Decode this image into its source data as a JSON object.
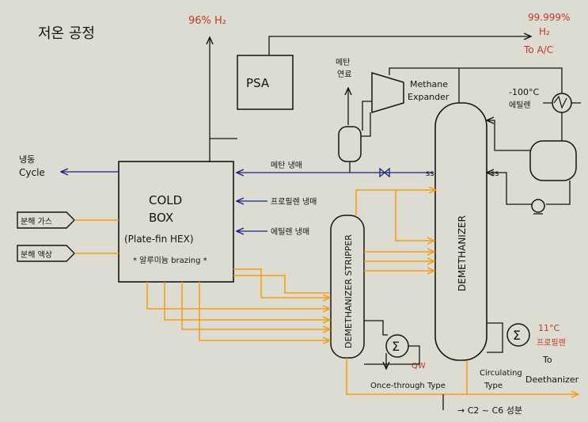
{
  "title": "저온 공정",
  "product_h2_96": "96% H₂",
  "product_h2_99": "99.999%",
  "product_h2_99_sub": "H₂",
  "product_h2_99_dest": "To A/C",
  "psa_label": "PSA",
  "methane_fuel": [
    "메탄",
    "연료"
  ],
  "methane_expander": [
    "Methane",
    "Expander"
  ],
  "ethylene_refrig_temp": "-100°C",
  "ethylene_refrig_label": "에틸렌",
  "refrig_cycle": [
    "냉동",
    "Cycle"
  ],
  "cold_box": {
    "line1": "COLD",
    "line2": "BOX",
    "line3": "(Plate-fin HEX)",
    "line4": "* 알루미늄 brazing *"
  },
  "feed_gas": "분해 가스",
  "feed_liquid": "분해 액상",
  "methane_refrig": "메탄 냉매",
  "propylene_refrig": "프로필렌 냉매",
  "ethylene_refrig": "에틸렌 냉매",
  "demethanizer": "DEMETHANIZER",
  "demethanizer_stripper": "DEMETHANIZER STRIPPER",
  "qw_label": "QW",
  "once_through": "Once-through Type",
  "circulating": [
    "Circulating",
    "Type"
  ],
  "propylene_11": "11°C",
  "propylene_11_label": "프로필렌",
  "to_deethanizer": [
    "To",
    "Deethanizer"
  ],
  "c2_c6": "→ C2 ~ C6 성분"
}
